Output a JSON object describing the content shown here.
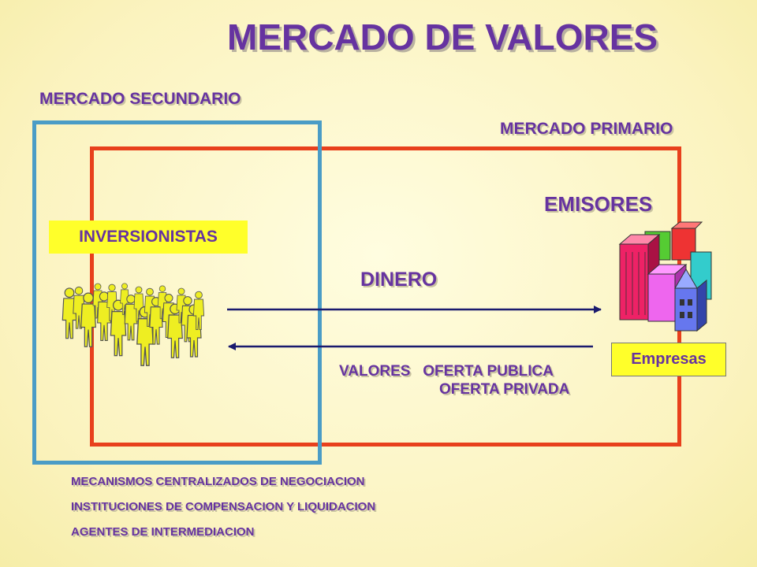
{
  "title": "MERCADO DE VALORES",
  "labels": {
    "secundario": "MERCADO SECUNDARIO",
    "primario": "MERCADO PRIMARIO",
    "emisores": "EMISORES",
    "inversionistas": "INVERSIONISTAS",
    "dinero": "DINERO",
    "empresas": "Empresas",
    "valores": "VALORES",
    "oferta_publica": "OFERTA PUBLICA",
    "oferta_privada": "OFERTA PRIVADA"
  },
  "mechanisms": [
    "MECANISMOS CENTRALIZADOS DE NEGOCIACION",
    "INSTITUCIONES DE COMPENSACION Y LIQUIDACION",
    "AGENTES DE INTERMEDIACION"
  ],
  "colors": {
    "text": "#6633a0",
    "primary_box": "#e8401c",
    "secondary_box": "#4a9cc6",
    "highlight": "#ffff2a",
    "arrow": "#1a1a6e",
    "people": "#eeee22"
  },
  "icons": {
    "people": "crowd-icon",
    "buildings": "buildings-icon"
  }
}
